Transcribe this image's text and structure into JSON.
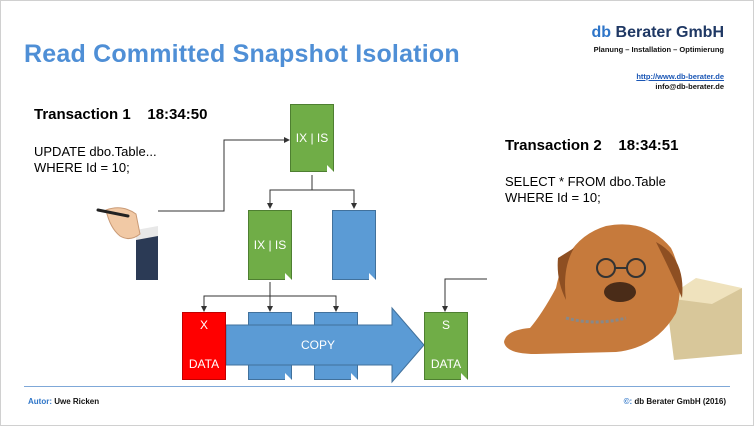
{
  "slide": {
    "title": "Read Committed Snapshot Isolation"
  },
  "brand": {
    "prefix": "db",
    "name": " Berater GmbH",
    "tagline": "Planung – Installation – Optimierung",
    "url": "http://www.db-berater.de",
    "email": "info@db-berater.de"
  },
  "transaction1": {
    "heading": "Transaction 1    18:34:50",
    "line1": "UPDATE dbo.Table...",
    "line2": "WHERE Id = 10;"
  },
  "transaction2": {
    "heading": "Transaction 2    18:34:51",
    "line1": "SELECT * FROM dbo.Table",
    "line2": "WHERE Id = 10;"
  },
  "diagram": {
    "top_lock": "IX | IS",
    "mid_lock": "IX | IS",
    "x_label": "X",
    "x_data": "DATA",
    "copy_label": "COPY",
    "s_label": "S",
    "s_data": "DATA"
  },
  "footer": {
    "author_label": "Autor:",
    "author_name": " Uwe Ricken",
    "copyright_symbol": "©:",
    "copyright_text": " db Berater GmbH (2016)"
  },
  "colors": {
    "title": "#4f8fd6",
    "green": "#70ad47",
    "blue": "#5b9bd5",
    "red": "#ff0000"
  }
}
